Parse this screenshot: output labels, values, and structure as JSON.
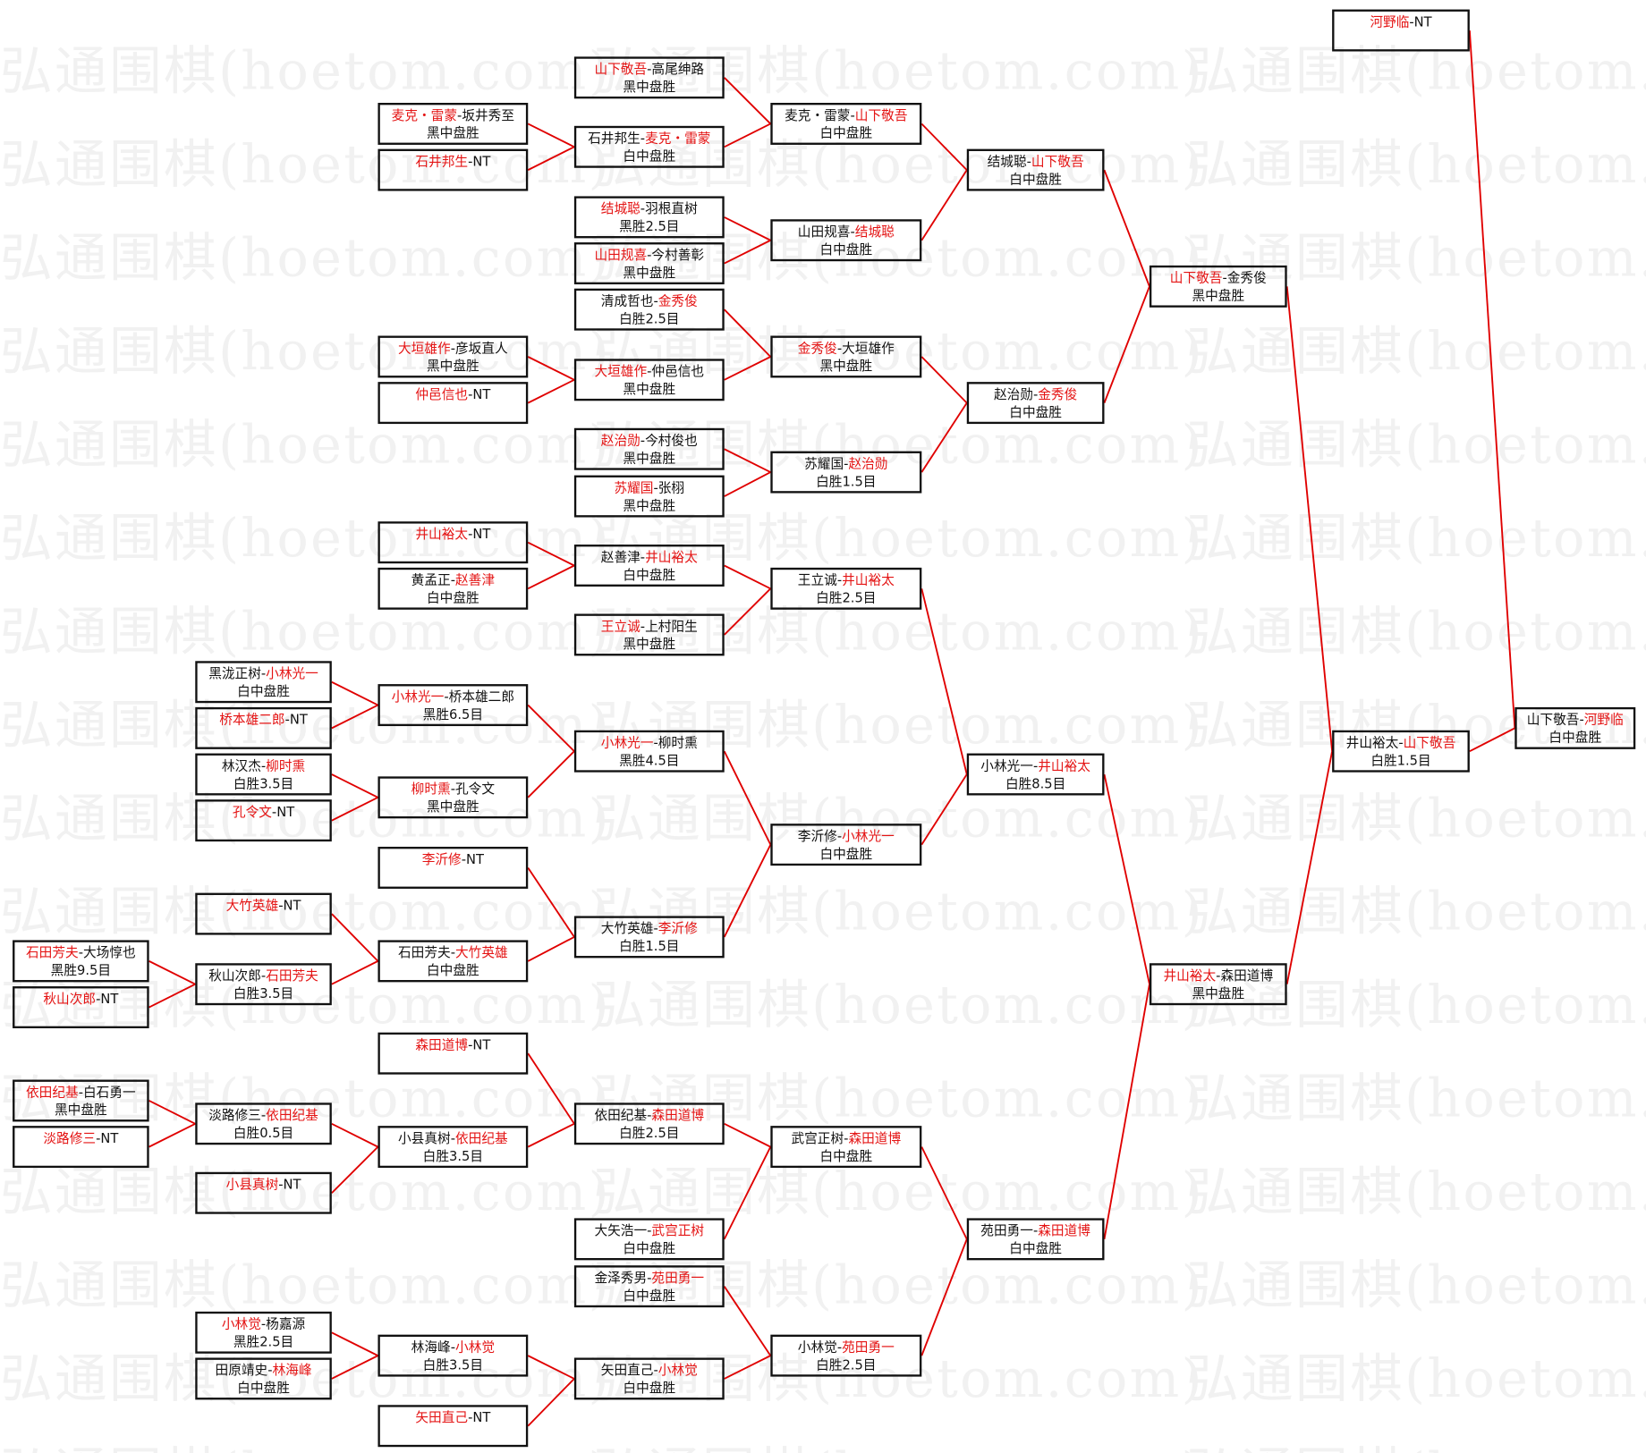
{
  "watermark": "弘通围棋(hoetom.com)",
  "colors": {
    "winner": "#e41414",
    "connector": "#e00000",
    "border": "#111111"
  },
  "bye_label": "NT",
  "matches": [
    {
      "p1": "山下敬吾",
      "p2": "高尾绅路",
      "winner": 1,
      "result": "黑中盘胜"
    },
    {
      "p1": "麦克・雷蒙",
      "p2": "坂井秀至",
      "winner": 1,
      "result": "黑中盘胜"
    },
    {
      "p1": "石井邦生",
      "p2": "NT",
      "winner": 1,
      "result": ""
    },
    {
      "p1": "石井邦生",
      "p2": "麦克・雷蒙",
      "winner": 2,
      "result": "白中盘胜"
    },
    {
      "p1": "麦克・雷蒙",
      "p2": "山下敬吾",
      "winner": 2,
      "result": "白中盘胜"
    },
    {
      "p1": "结城聪",
      "p2": "羽根直树",
      "winner": 1,
      "result": "黑胜2.5目"
    },
    {
      "p1": "山田规喜",
      "p2": "今村善彰",
      "winner": 1,
      "result": "黑中盘胜"
    },
    {
      "p1": "山田规喜",
      "p2": "结城聪",
      "winner": 2,
      "result": "白中盘胜"
    },
    {
      "p1": "结城聪",
      "p2": "山下敬吾",
      "winner": 2,
      "result": "白中盘胜"
    },
    {
      "p1": "清成哲也",
      "p2": "金秀俊",
      "winner": 2,
      "result": "白胜2.5目"
    },
    {
      "p1": "大垣雄作",
      "p2": "彦坂直人",
      "winner": 1,
      "result": "黑中盘胜"
    },
    {
      "p1": "仲邑信也",
      "p2": "NT",
      "winner": 1,
      "result": ""
    },
    {
      "p1": "大垣雄作",
      "p2": "仲邑信也",
      "winner": 1,
      "result": "黑中盘胜"
    },
    {
      "p1": "金秀俊",
      "p2": "大垣雄作",
      "winner": 1,
      "result": "黑中盘胜"
    },
    {
      "p1": "赵治勋",
      "p2": "今村俊也",
      "winner": 1,
      "result": "黑中盘胜"
    },
    {
      "p1": "苏耀国",
      "p2": "张栩",
      "winner": 1,
      "result": "黑中盘胜"
    },
    {
      "p1": "苏耀国",
      "p2": "赵治勋",
      "winner": 2,
      "result": "白胜1.5目"
    },
    {
      "p1": "赵治勋",
      "p2": "金秀俊",
      "winner": 2,
      "result": "白中盘胜"
    },
    {
      "p1": "山下敬吾",
      "p2": "金秀俊",
      "winner": 1,
      "result": "黑中盘胜"
    },
    {
      "p1": "井山裕太",
      "p2": "NT",
      "winner": 1,
      "result": ""
    },
    {
      "p1": "黄孟正",
      "p2": "赵善津",
      "winner": 2,
      "result": "白中盘胜"
    },
    {
      "p1": "赵善津",
      "p2": "井山裕太",
      "winner": 2,
      "result": "白中盘胜"
    },
    {
      "p1": "王立诚",
      "p2": "上村阳生",
      "winner": 1,
      "result": "黑中盘胜"
    },
    {
      "p1": "王立诚",
      "p2": "井山裕太",
      "winner": 2,
      "result": "白胜2.5目"
    },
    {
      "p1": "黑泷正树",
      "p2": "小林光一",
      "winner": 2,
      "result": "白中盘胜"
    },
    {
      "p1": "桥本雄二郎",
      "p2": "NT",
      "winner": 1,
      "result": ""
    },
    {
      "p1": "小林光一",
      "p2": "桥本雄二郎",
      "winner": 1,
      "result": "黑胜6.5目"
    },
    {
      "p1": "林汉杰",
      "p2": "柳时熏",
      "winner": 2,
      "result": "白胜3.5目"
    },
    {
      "p1": "孔令文",
      "p2": "NT",
      "winner": 1,
      "result": ""
    },
    {
      "p1": "柳时熏",
      "p2": "孔令文",
      "winner": 1,
      "result": "黑中盘胜"
    },
    {
      "p1": "小林光一",
      "p2": "柳时熏",
      "winner": 1,
      "result": "黑胜4.5目"
    },
    {
      "p1": "李沂修",
      "p2": "NT",
      "winner": 1,
      "result": ""
    },
    {
      "p1": "大竹英雄",
      "p2": "NT",
      "winner": 1,
      "result": ""
    },
    {
      "p1": "石田芳夫",
      "p2": "大场惇也",
      "winner": 1,
      "result": "黑胜9.5目"
    },
    {
      "p1": "秋山次郎",
      "p2": "NT",
      "winner": 1,
      "result": ""
    },
    {
      "p1": "秋山次郎",
      "p2": "石田芳夫",
      "winner": 2,
      "result": "白胜3.5目"
    },
    {
      "p1": "石田芳夫",
      "p2": "大竹英雄",
      "winner": 2,
      "result": "白中盘胜"
    },
    {
      "p1": "大竹英雄",
      "p2": "李沂修",
      "winner": 2,
      "result": "白胜1.5目"
    },
    {
      "p1": "李沂修",
      "p2": "小林光一",
      "winner": 2,
      "result": "白中盘胜"
    },
    {
      "p1": "小林光一",
      "p2": "井山裕太",
      "winner": 2,
      "result": "白胜8.5目"
    },
    {
      "p1": "森田道博",
      "p2": "NT",
      "winner": 1,
      "result": ""
    },
    {
      "p1": "依田纪基",
      "p2": "白石勇一",
      "winner": 1,
      "result": "黑中盘胜"
    },
    {
      "p1": "淡路修三",
      "p2": "NT",
      "winner": 1,
      "result": ""
    },
    {
      "p1": "淡路修三",
      "p2": "依田纪基",
      "winner": 2,
      "result": "白胜0.5目"
    },
    {
      "p1": "小县真树",
      "p2": "NT",
      "winner": 1,
      "result": ""
    },
    {
      "p1": "小县真树",
      "p2": "依田纪基",
      "winner": 2,
      "result": "白胜3.5目"
    },
    {
      "p1": "依田纪基",
      "p2": "森田道博",
      "winner": 2,
      "result": "白胜2.5目"
    },
    {
      "p1": "大矢浩一",
      "p2": "武宫正树",
      "winner": 2,
      "result": "白中盘胜"
    },
    {
      "p1": "武宫正树",
      "p2": "森田道博",
      "winner": 2,
      "result": "白中盘胜"
    },
    {
      "p1": "金泽秀男",
      "p2": "苑田勇一",
      "winner": 2,
      "result": "白中盘胜"
    },
    {
      "p1": "小林觉",
      "p2": "杨嘉源",
      "winner": 1,
      "result": "黑胜2.5目"
    },
    {
      "p1": "田原靖史",
      "p2": "林海峰",
      "winner": 2,
      "result": "白中盘胜"
    },
    {
      "p1": "林海峰",
      "p2": "小林觉",
      "winner": 2,
      "result": "白胜3.5目"
    },
    {
      "p1": "矢田直己",
      "p2": "NT",
      "winner": 1,
      "result": ""
    },
    {
      "p1": "矢田直己",
      "p2": "小林觉",
      "winner": 2,
      "result": "白中盘胜"
    },
    {
      "p1": "小林觉",
      "p2": "苑田勇一",
      "winner": 2,
      "result": "白胜2.5目"
    },
    {
      "p1": "苑田勇一",
      "p2": "森田道博",
      "winner": 2,
      "result": "白中盘胜"
    },
    {
      "p1": "井山裕太",
      "p2": "森田道博",
      "winner": 1,
      "result": "黑中盘胜"
    },
    {
      "p1": "井山裕太",
      "p2": "山下敬吾",
      "winner": 2,
      "result": "白胜1.5目"
    },
    {
      "p1": "河野临",
      "p2": "NT",
      "winner": 1,
      "result": ""
    },
    {
      "p1": "山下敬吾",
      "p2": "河野临",
      "winner": 2,
      "result": "白中盘胜"
    }
  ]
}
